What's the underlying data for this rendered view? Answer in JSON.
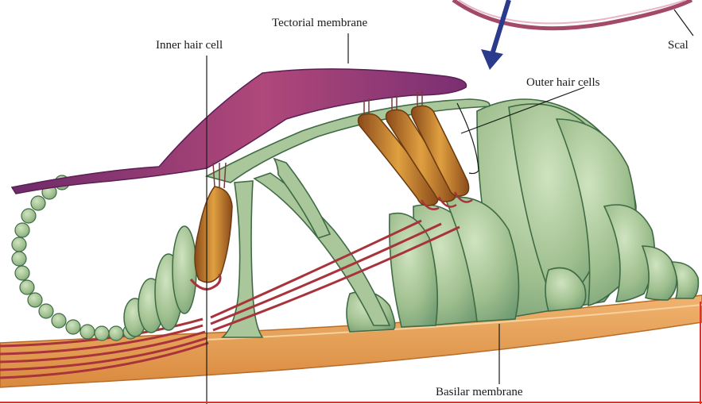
{
  "labels": {
    "tectorial_membrane": "Tectorial membrane",
    "inner_hair_cell": "Inner hair cell",
    "outer_hair_cells": "Outer hair cells",
    "scala_partial": "Scal",
    "basilar_membrane": "Basilar membrane"
  },
  "colors": {
    "tectorial": "#8b2f7a",
    "support_cells": "#9fbf8e",
    "support_outline": "#3f6b45",
    "hair_cell": "#c07a2a",
    "basilar": "#e3a25a",
    "nerve": "#a8333a",
    "arrow": "#2a3a8c",
    "scala_curve": "#a34a6a",
    "frame_line": "#e03030"
  }
}
